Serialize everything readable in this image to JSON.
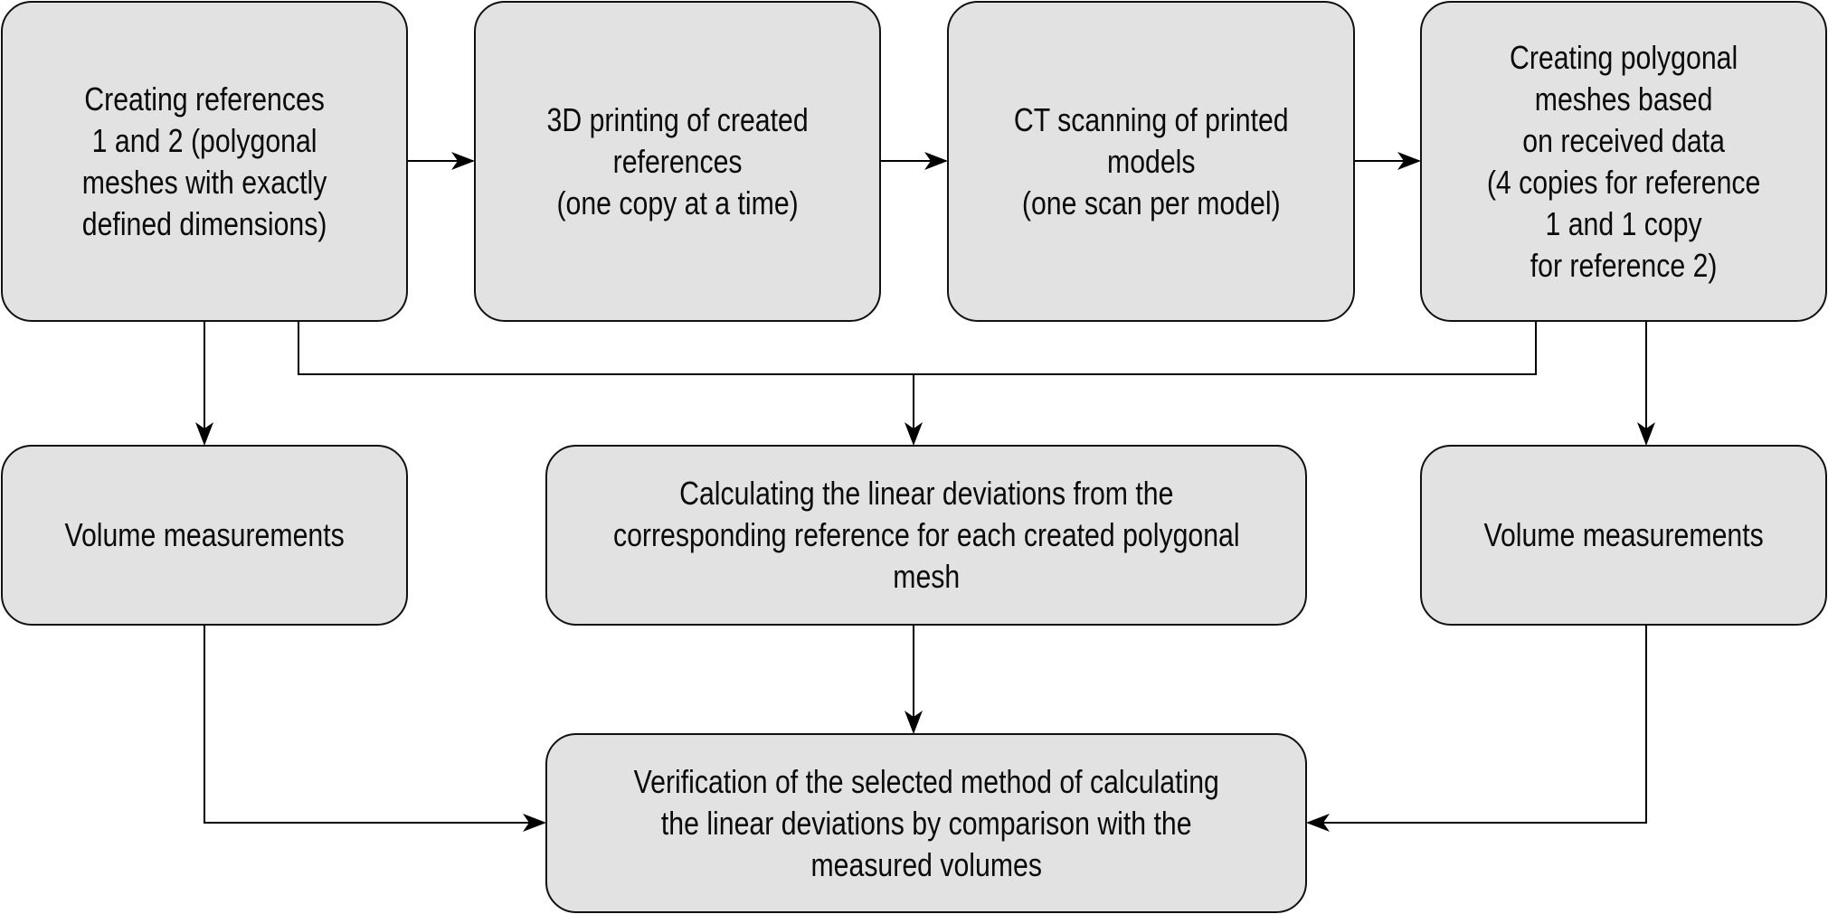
{
  "diagram": {
    "type": "flowchart",
    "colors": {
      "node_fill": "#e2e2e2",
      "node_border": "#111111",
      "edge": "#000000",
      "text": "#0a0a0a"
    },
    "nodes": [
      {
        "id": "n1",
        "lines": [
          "Creating references",
          "1 and 2 (polygonal",
          "meshes with exactly",
          "defined dimensions)"
        ]
      },
      {
        "id": "n2",
        "lines": [
          "3D printing of created",
          "references",
          "(one copy at a time)"
        ]
      },
      {
        "id": "n3",
        "lines": [
          "CT scanning of printed",
          "models",
          "(one scan per model)"
        ]
      },
      {
        "id": "n4",
        "lines": [
          "Creating polygonal",
          "meshes based",
          "on received data",
          "(4 copies for reference",
          "1 and 1 copy",
          "for reference 2)"
        ]
      },
      {
        "id": "n5",
        "lines": [
          "Volume measurements"
        ]
      },
      {
        "id": "n6",
        "lines": [
          "Calculating the linear deviations from the",
          "corresponding reference for each created polygonal",
          "mesh"
        ]
      },
      {
        "id": "n7",
        "lines": [
          "Volume measurements"
        ]
      },
      {
        "id": "n8",
        "lines": [
          "Verification of the selected method of calculating",
          "the linear deviations by comparison with the",
          "measured volumes"
        ]
      }
    ],
    "edges": [
      {
        "from": "n1",
        "to": "n2"
      },
      {
        "from": "n2",
        "to": "n3"
      },
      {
        "from": "n3",
        "to": "n4"
      },
      {
        "from": "n1",
        "to": "n5"
      },
      {
        "from": "n4",
        "to": "n7"
      },
      {
        "from": [
          "n1",
          "n4"
        ],
        "to": "n6"
      },
      {
        "from": "n6",
        "to": "n8"
      },
      {
        "from": "n5",
        "to": "n8"
      },
      {
        "from": "n7",
        "to": "n8"
      }
    ]
  }
}
